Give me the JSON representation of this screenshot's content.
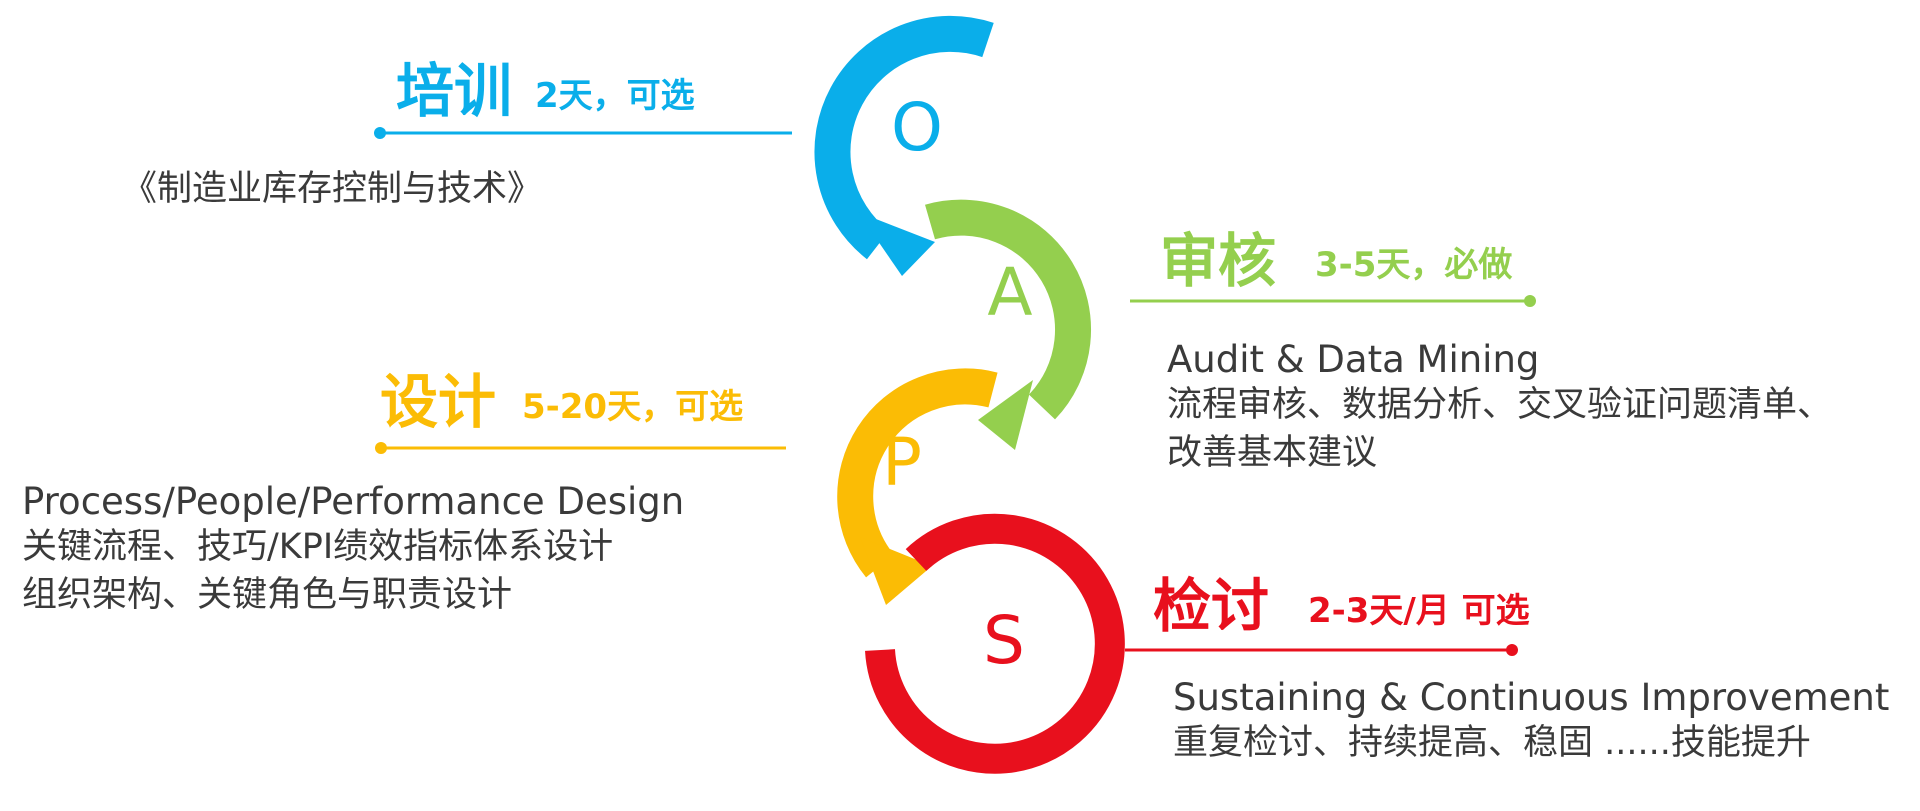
{
  "colors": {
    "O": "#0aaeea",
    "A": "#94cf4e",
    "P": "#fbbc05",
    "S": "#e8101d",
    "text": "#3a3a3a"
  },
  "stages": {
    "O": {
      "letter": "O",
      "title": "培训",
      "meta": "2天，可选",
      "lines": [
        "《制造业库存控制与技术》"
      ]
    },
    "A": {
      "letter": "A",
      "title": "审核",
      "meta": "3-5天，必做",
      "subtitle": "Audit & Data Mining",
      "lines": [
        "流程审核、数据分析、交叉验证问题清单、",
        "改善基本建议"
      ]
    },
    "P": {
      "letter": "P",
      "title": "设计",
      "meta": "5-20天，可选",
      "subtitle": "Process/People/Performance Design",
      "lines": [
        "关键流程、技巧/KPI绩效指标体系设计",
        "组织架构、关键角色与职责设计"
      ]
    },
    "S": {
      "letter": "S",
      "title": "检讨",
      "meta": "2-3天/月 可选",
      "subtitle": "Sustaining & Continuous Improvement",
      "lines": [
        "重复检讨、持续提高、稳固 ......技能提升"
      ]
    }
  }
}
